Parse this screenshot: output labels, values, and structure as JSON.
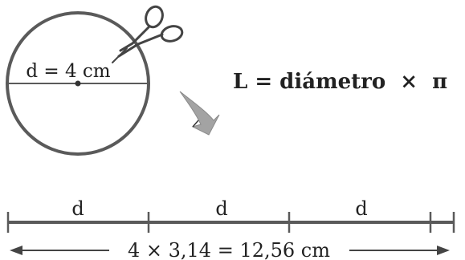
{
  "circle": {
    "diameter_label": "d = 4 cm"
  },
  "formula": {
    "text": "L = diámetro  ×  π"
  },
  "line": {
    "segment_labels": [
      "d",
      "d",
      "d"
    ],
    "length_label": "4 × 3,14 = 12,56 cm"
  },
  "icons": {
    "scissors": "scissors-icon",
    "arrow": "curved-arrow-icon"
  },
  "colors": {
    "stroke": "#5a5a5a",
    "text": "#222222",
    "arrow": "#9a9a9a"
  }
}
